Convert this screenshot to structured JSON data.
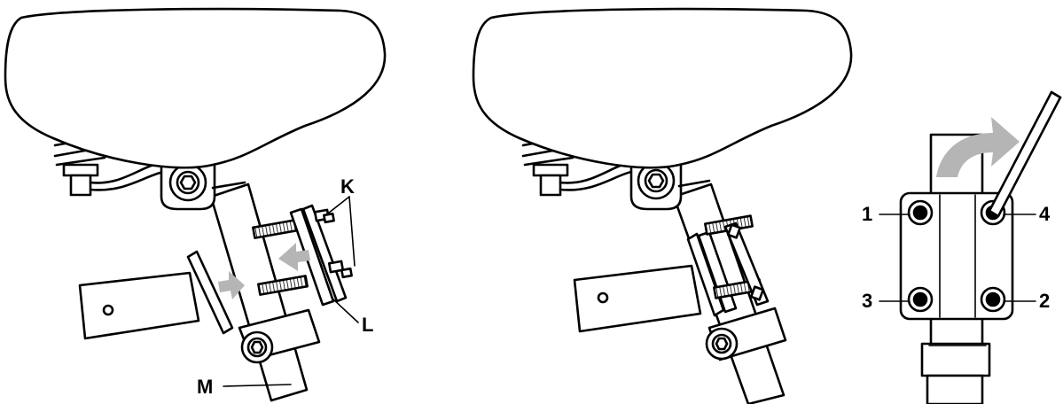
{
  "figure": {
    "panel1": {
      "labels": {
        "k": "K",
        "l": "L",
        "m": "M"
      }
    },
    "panel3": {
      "labels": {
        "one": "1",
        "two": "2",
        "three": "3",
        "four": "4"
      }
    },
    "colors": {
      "line": "#000000",
      "fill": "#ffffff",
      "arrow": "#b5b5b5"
    }
  }
}
